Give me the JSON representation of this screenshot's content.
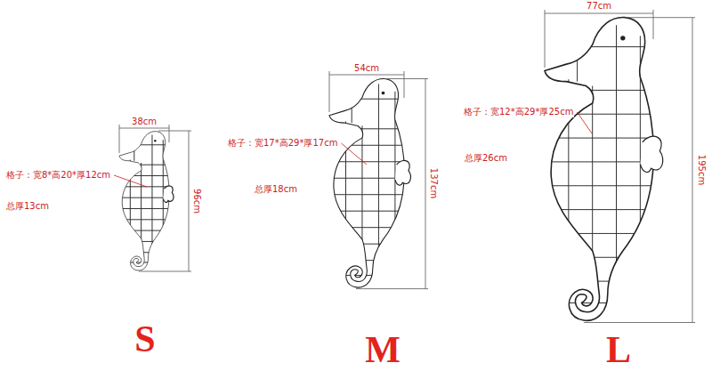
{
  "diagram": {
    "labels": [
      "38cm",
      "格子：宽8*高20*厚12cm",
      "总厚13cm",
      "96cm",
      "S",
      "54cm",
      "格子：宽17*高29*厚17cm",
      "总厚18cm",
      "137cm",
      "M",
      "77cm",
      "格子：宽12*高29*厚25cm",
      "总厚26cm",
      "195cm",
      "L"
    ]
  }
}
